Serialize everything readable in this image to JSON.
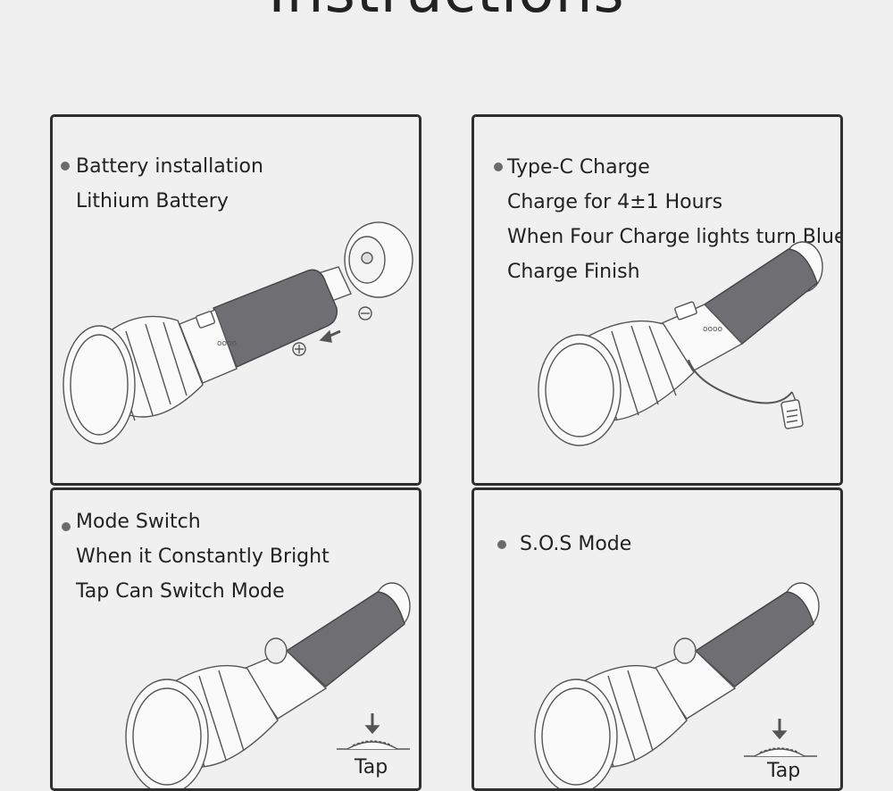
{
  "page_title": "Instructions",
  "panels": [
    {
      "heading": "Battery installation",
      "lines": [
        "Lithium Battery"
      ]
    },
    {
      "heading": "Type-C Charge",
      "lines": [
        "Charge for 4±1 Hours",
        "When Four Charge lights turn Blue",
        "Charge Finish"
      ]
    },
    {
      "heading": "Mode Switch",
      "lines": [
        "When it Constantly Bright",
        "Tap Can Switch Mode"
      ]
    },
    {
      "heading": "S.O.S Mode",
      "lines": []
    }
  ],
  "tap_label": "Tap",
  "colors": {
    "border": "#2f2f2f",
    "grip": "#6f6e72",
    "background": "#f0f0f0"
  }
}
